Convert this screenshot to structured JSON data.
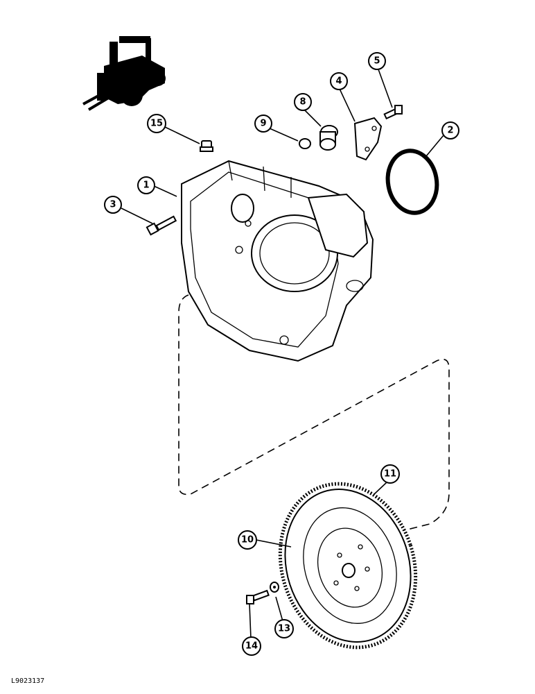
{
  "drawing_code": "L9023137",
  "callouts": [
    {
      "id": "callout-1",
      "label": "1"
    },
    {
      "id": "callout-2",
      "label": "2"
    },
    {
      "id": "callout-3",
      "label": "3"
    },
    {
      "id": "callout-4",
      "label": "4"
    },
    {
      "id": "callout-5",
      "label": "5"
    },
    {
      "id": "callout-8",
      "label": "8"
    },
    {
      "id": "callout-9",
      "label": "9"
    },
    {
      "id": "callout-10",
      "label": "10"
    },
    {
      "id": "callout-11",
      "label": "11"
    },
    {
      "id": "callout-13",
      "label": "13"
    },
    {
      "id": "callout-14",
      "label": "14"
    },
    {
      "id": "callout-15",
      "label": "15"
    }
  ],
  "icons": {
    "machine": "forklift-icon"
  }
}
